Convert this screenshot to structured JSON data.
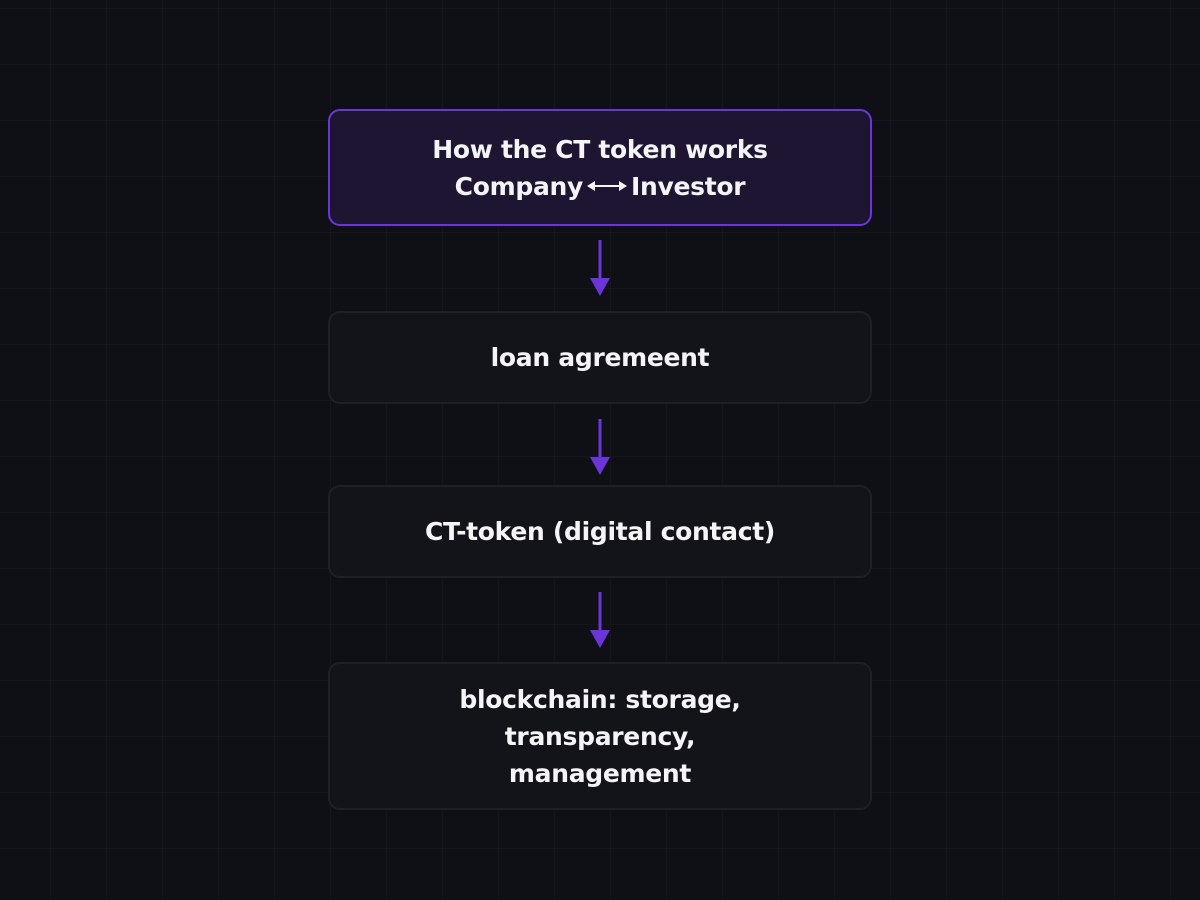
{
  "diagram": {
    "title_line1": "How the  CT token works",
    "title_party_a": "Company",
    "title_party_b": "Investor",
    "step_loan": "loan agremeent",
    "step_token": "CT-token (digital contact)",
    "step_chain_line1": "blockchain: storage, transparency,",
    "step_chain_line2": "management"
  },
  "colors": {
    "background": "#0f0f16",
    "accent": "#6c35d9",
    "title_box_fill": "#1d1532",
    "box_fill": "#13131a",
    "box_border": "#1f1f28",
    "text": "#f5f5f8"
  },
  "icons": {
    "bidirectional": "double-arrow-icon",
    "connector": "arrow-down-icon"
  }
}
